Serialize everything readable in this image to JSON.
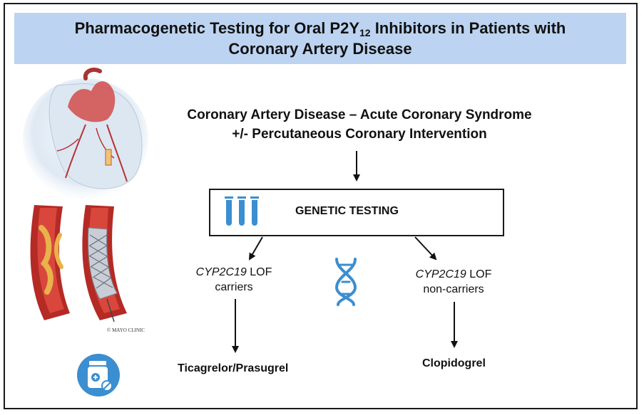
{
  "title": {
    "line1_prefix": "Pharmacogenetic Testing for Oral P2Y",
    "line1_subscript": "12",
    "line1_suffix": " Inhibitors in Patients with",
    "line2": "Coronary Artery Disease"
  },
  "condition": {
    "line1": "Coronary Artery Disease – Acute Coronary Syndrome",
    "line2": "+/- Percutaneous Coronary Intervention"
  },
  "testing": {
    "label": "GENETIC TESTING"
  },
  "carriers": {
    "gene": "CYP2C19",
    "suffix": " LOF",
    "label": "carriers",
    "treatment": "Ticagrelor/Prasugrel"
  },
  "non_carriers": {
    "gene": "CYP2C19",
    "suffix": " LOF",
    "label": "non-carriers",
    "treatment": "Clopidogrel"
  },
  "copyright": "© MAYO CLINIC",
  "colors": {
    "title_band": "#bcd4f1",
    "icon_blue": "#3b8ed0",
    "artery_red": "#c0392b",
    "plaque_yellow": "#e9b24a"
  },
  "icons": [
    "heart-illustration",
    "artery-plaque-illustration",
    "stent-illustration",
    "test-tubes-icon",
    "dna-icon",
    "pill-bottle-icon"
  ]
}
